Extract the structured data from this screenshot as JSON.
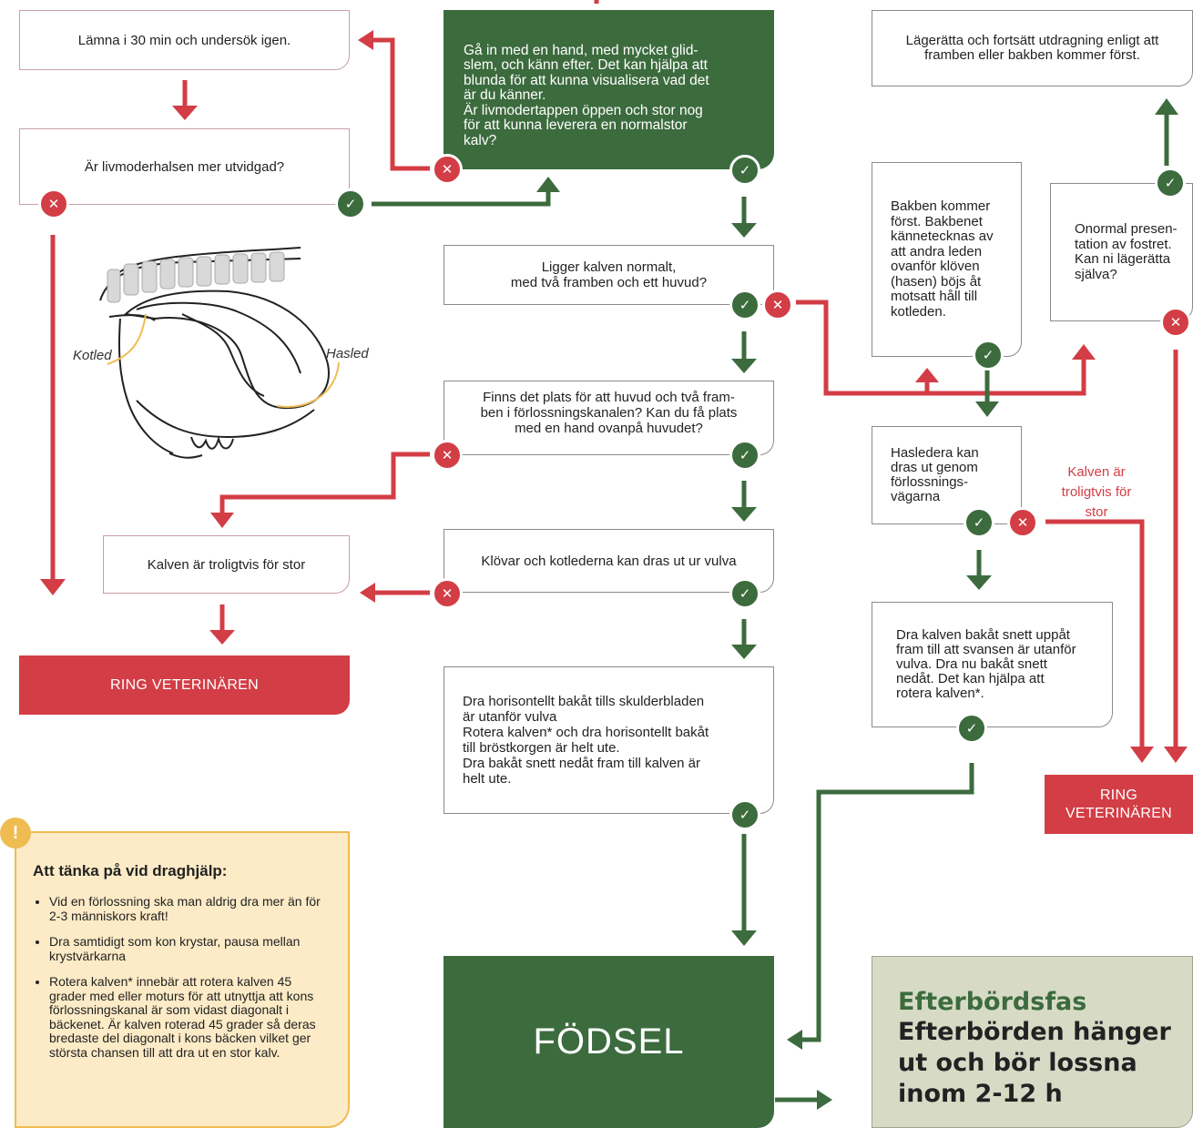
{
  "nodes": {
    "wait": "Lämna i 30 min och undersök igen.",
    "dilated": "Är livmoderhalsen mer utvidgad?",
    "check_hand": "Gå in med en hand, med mycket glid-\nslem, och känn efter. Det kan hjälpa att\nblunda för att kunna visualisera vad det\när du känner.\nÄr livmodertappen öppen och stor nog\nför att kunna leverera en normalstor\nkalv?",
    "position": "Ligger kalven normalt,\nmed två framben och ett huvud?",
    "space": "Finns det plats för att huvud och två fram-\nben i förlossningskanalen? Kan du få plats\nmed en hand ovanpå huvudet?",
    "hooves": "Klövar och kotlederna kan dras ut ur vulva",
    "too_big": "Kalven är troligtvis för stor",
    "call_vet_left": "RING VETERINÄREN",
    "pull": "Dra horisontellt bakåt tills skulderbladen\när utanför vulva\nRotera kalven* och dra horisontellt bakåt\ntill bröstkorgen är helt ute.\nDra bakåt snett nedåt fram till kalven är\nhelt ute.",
    "birth": "FÖDSEL",
    "correct_pull": "Lägerätta och fortsätt utdragning enligt att\nframben eller bakben kommer först.",
    "hind_legs": "Bakben kommer\nförst. Bakbenet\nkännetecknas av\natt andra leden\novanför klöven\n(hasen) böjs åt\nmotsatt håll till\nkotleden.",
    "abnormal": "Onormal presen-\ntation av fostret.\nKan ni lägerätta\nsjälva?",
    "hocks": "Hasledera kan\ndras ut genom\nförlossnings-\nvägarna",
    "likely_big": "Kalven är\ntroligtvis för\nstor",
    "pull_back": "Dra kalven bakåt snett uppåt\nfram till att svansen är utanför\nvulva. Dra nu bakåt snett\nnedåt. Det kan hjälpa att\nrotera kalven*.",
    "call_vet_right": "RING\nVETERINÄREN"
  },
  "figure": {
    "kotled": "Kotled",
    "hasled": "Hasled"
  },
  "note": {
    "icon": "!",
    "title": "Att tänka på vid draghjälp:",
    "items": [
      "Vid en förlossning ska man aldrig dra mer än för 2-3 människors kraft!",
      "Dra samtidigt som kon krystar, pausa mellan krystvärkarna",
      "Rotera kalven* innebär att rotera kalven 45 grader med eller moturs för att utnyttja att kons förlossningskanal är som vidast diagonalt i bäckenet. Är kalven roterad 45 grader så deras bredaste del diagonalt i kons bäcken vilket ger största chansen till att dra ut en stor kalv."
    ]
  },
  "afterbirth": {
    "title": "Efterbördsfas",
    "text": "Efterbörden hänger ut och bör lossna inom 2-12 h"
  },
  "badges": {
    "yes": "✓",
    "no": "✕"
  },
  "colors": {
    "green": "#3c6b3e",
    "red": "#d33d45",
    "note_bg": "#fcebc6",
    "note_border": "#efbc52",
    "afterbirth_bg": "#d7dbc6"
  }
}
